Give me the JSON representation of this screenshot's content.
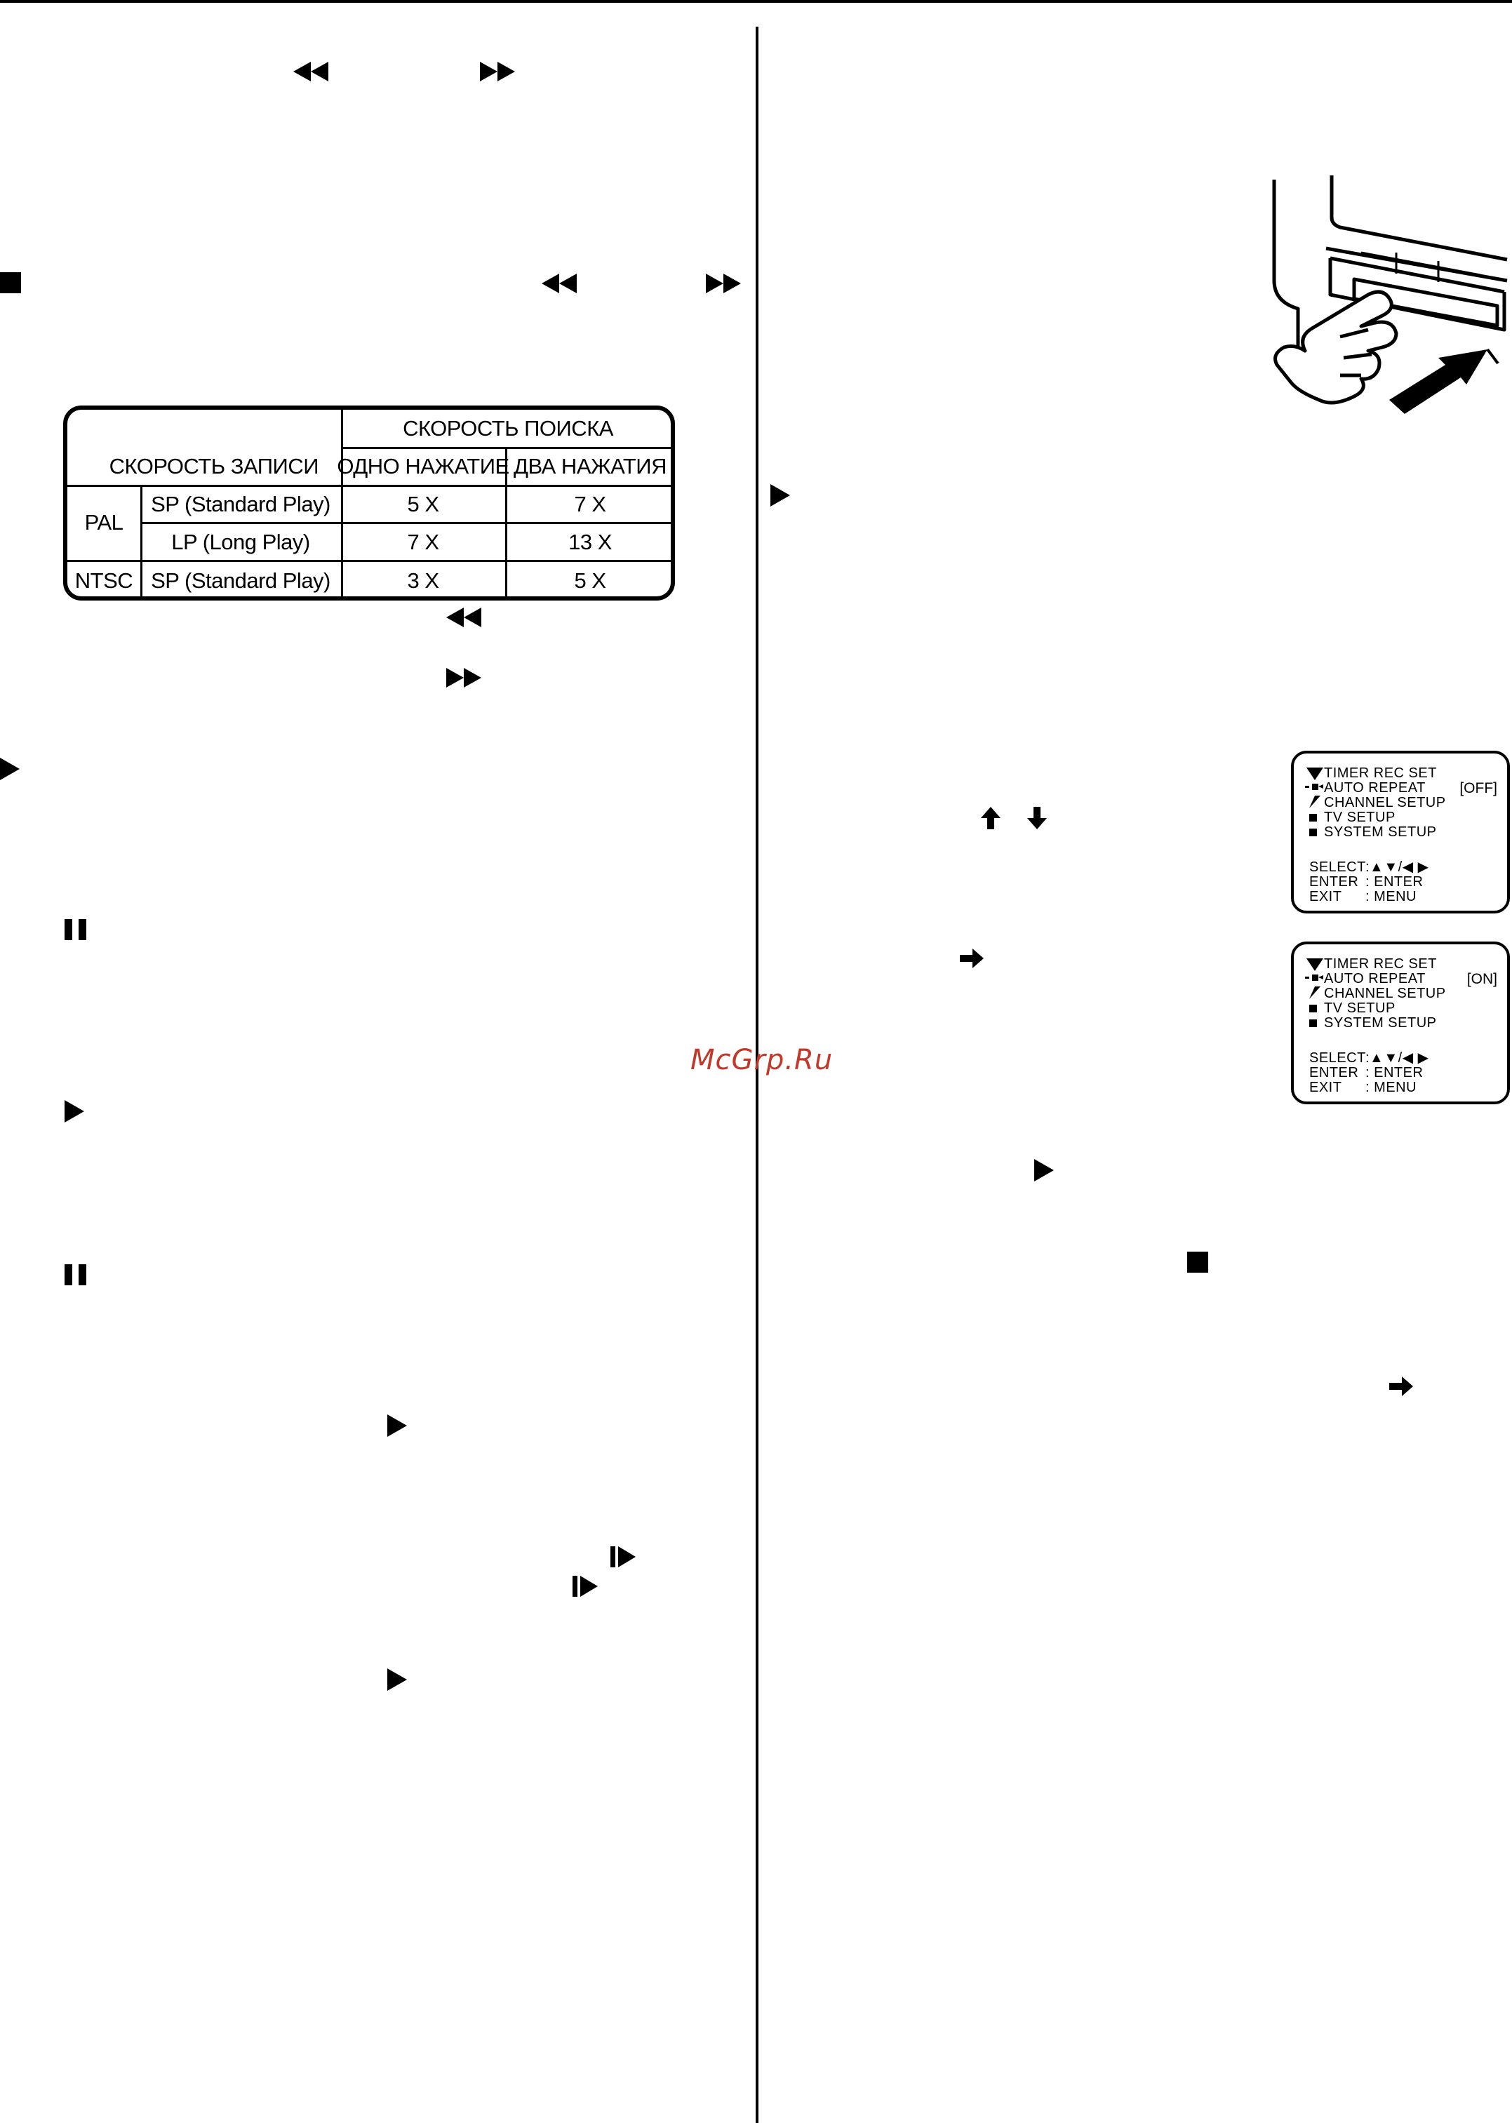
{
  "watermark": "McGrp.Ru",
  "speed_table": {
    "header_group": "СКОРОСТЬ ПОИСКА",
    "header_record": "СКОРОСТЬ ЗАПИСИ",
    "col_one": "ОДНО НАЖАТИЕ",
    "col_two": "ДВА НАЖАТИЯ",
    "rows": [
      {
        "system": "PAL",
        "mode": "SP (Standard Play)",
        "one": "5 X",
        "two": "7 X"
      },
      {
        "system": "",
        "mode": "LP (Long Play)",
        "one": "7 X",
        "two": "13 X"
      },
      {
        "system": "NTSC",
        "mode": "SP (Standard Play)",
        "one": "3 X",
        "two": "5 X"
      }
    ]
  },
  "osd_menus": [
    {
      "items": [
        "TIMER REC SET",
        "AUTO REPEAT",
        "CHANNEL SETUP",
        "TV SETUP",
        "SYSTEM SETUP"
      ],
      "status": "[OFF]",
      "select_label": "SELECT",
      "select_value": ":▲▼/◀ ▶",
      "enter_label": "ENTER",
      "enter_value": ": ENTER",
      "exit_label": "EXIT",
      "exit_value": ": MENU"
    },
    {
      "items": [
        "TIMER REC SET",
        "AUTO REPEAT",
        "CHANNEL SETUP",
        "TV SETUP",
        "SYSTEM SETUP"
      ],
      "status": "[ON]",
      "select_label": "SELECT",
      "select_value": ":▲▼/◀ ▶",
      "enter_label": "ENTER",
      "enter_value": ": ENTER",
      "exit_label": "EXIT",
      "exit_value": ": MENU"
    }
  ],
  "icons": [
    "rewind-icon",
    "fast-forward-icon",
    "stop-icon",
    "play-icon",
    "pause-icon",
    "slow-icon",
    "up-arrow-icon",
    "down-arrow-icon",
    "right-arrow-icon"
  ]
}
